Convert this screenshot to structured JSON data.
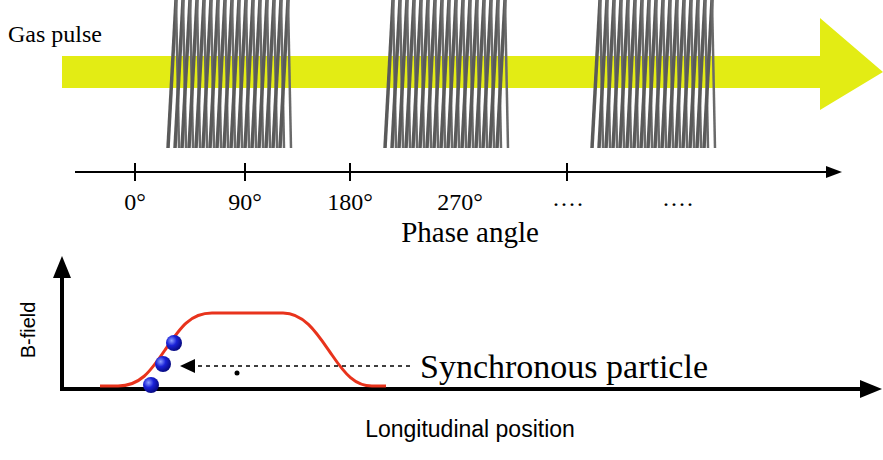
{
  "diagram": {
    "labels": [
      "Gas pulse",
      "0°",
      "90°",
      "180°",
      "270°",
      "····",
      "····",
      "Phase angle",
      "B-field",
      "Synchronous particle",
      "Longitudinal position"
    ]
  }
}
